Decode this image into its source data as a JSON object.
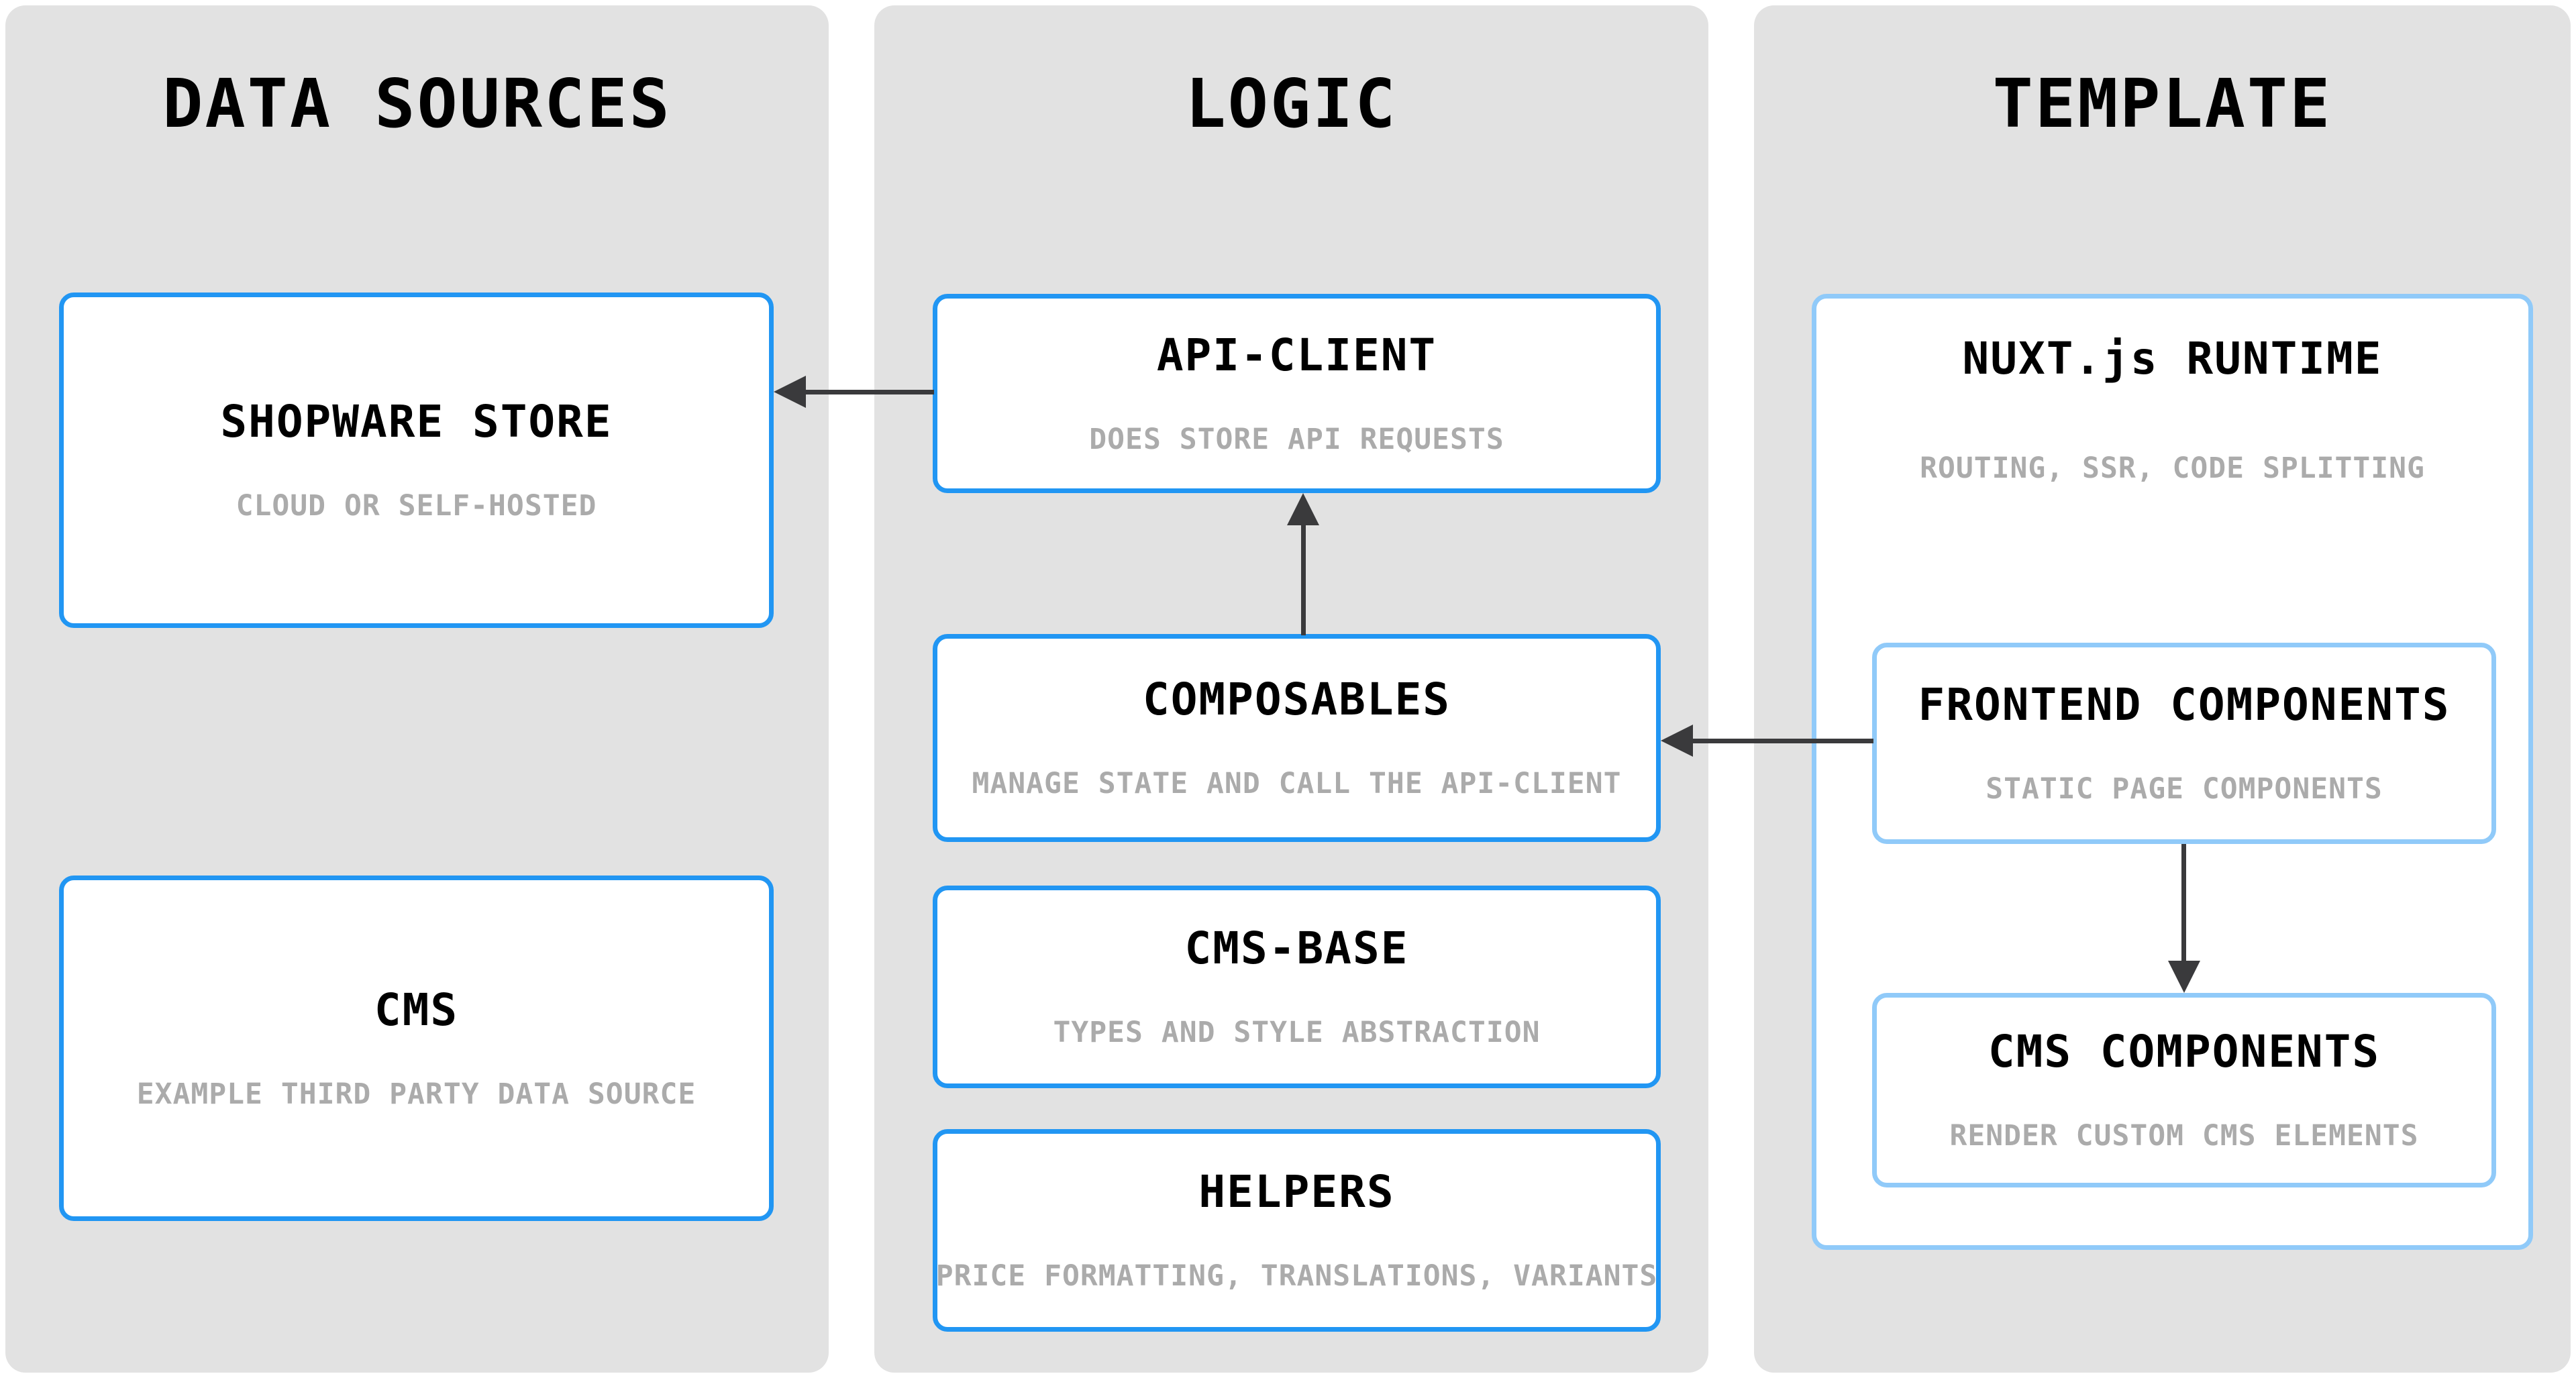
{
  "colors": {
    "column_bg": "#e2e2e2",
    "box_bg": "#ffffff",
    "box_border_primary": "#2196f3",
    "box_border_light": "#90caf9",
    "title_color": "#000000",
    "subtitle_color": "#ababab",
    "arrow_color": "#3a3a3c",
    "page_bg": "#ffffff"
  },
  "columns": [
    {
      "title": "DATA SOURCES",
      "boxes": [
        {
          "title": "SHOPWARE STORE",
          "subtitle": "CLOUD OR SELF-HOSTED"
        },
        {
          "title": "CMS",
          "subtitle": "EXAMPLE THIRD PARTY DATA SOURCE"
        }
      ]
    },
    {
      "title": "LOGIC",
      "boxes": [
        {
          "title": "API-CLIENT",
          "subtitle": "DOES STORE API REQUESTS"
        },
        {
          "title": "COMPOSABLES",
          "subtitle": "MANAGE STATE AND CALL THE API-CLIENT"
        },
        {
          "title": "CMS-BASE",
          "subtitle": "TYPES AND STYLE ABSTRACTION"
        },
        {
          "title": "HELPERS",
          "subtitle": "PRICE FORMATTING, TRANSLATIONS, VARIANTS"
        }
      ]
    },
    {
      "title": "TEMPLATE",
      "boxes": [
        {
          "title": "NUXT.js RUNTIME",
          "subtitle": "ROUTING, SSR, CODE SPLITTING"
        },
        {
          "title": "FRONTEND COMPONENTS",
          "subtitle": "STATIC PAGE COMPONENTS"
        },
        {
          "title": "CMS COMPONENTS",
          "subtitle": "RENDER CUSTOM CMS ELEMENTS"
        }
      ]
    }
  ],
  "arrows": [
    {
      "from": "API-CLIENT",
      "to": "SHOPWARE STORE",
      "direction": "left"
    },
    {
      "from": "COMPOSABLES",
      "to": "API-CLIENT",
      "direction": "up"
    },
    {
      "from": "FRONTEND COMPONENTS",
      "to": "COMPOSABLES",
      "direction": "left"
    },
    {
      "from": "FRONTEND COMPONENTS",
      "to": "CMS COMPONENTS",
      "direction": "down"
    }
  ]
}
